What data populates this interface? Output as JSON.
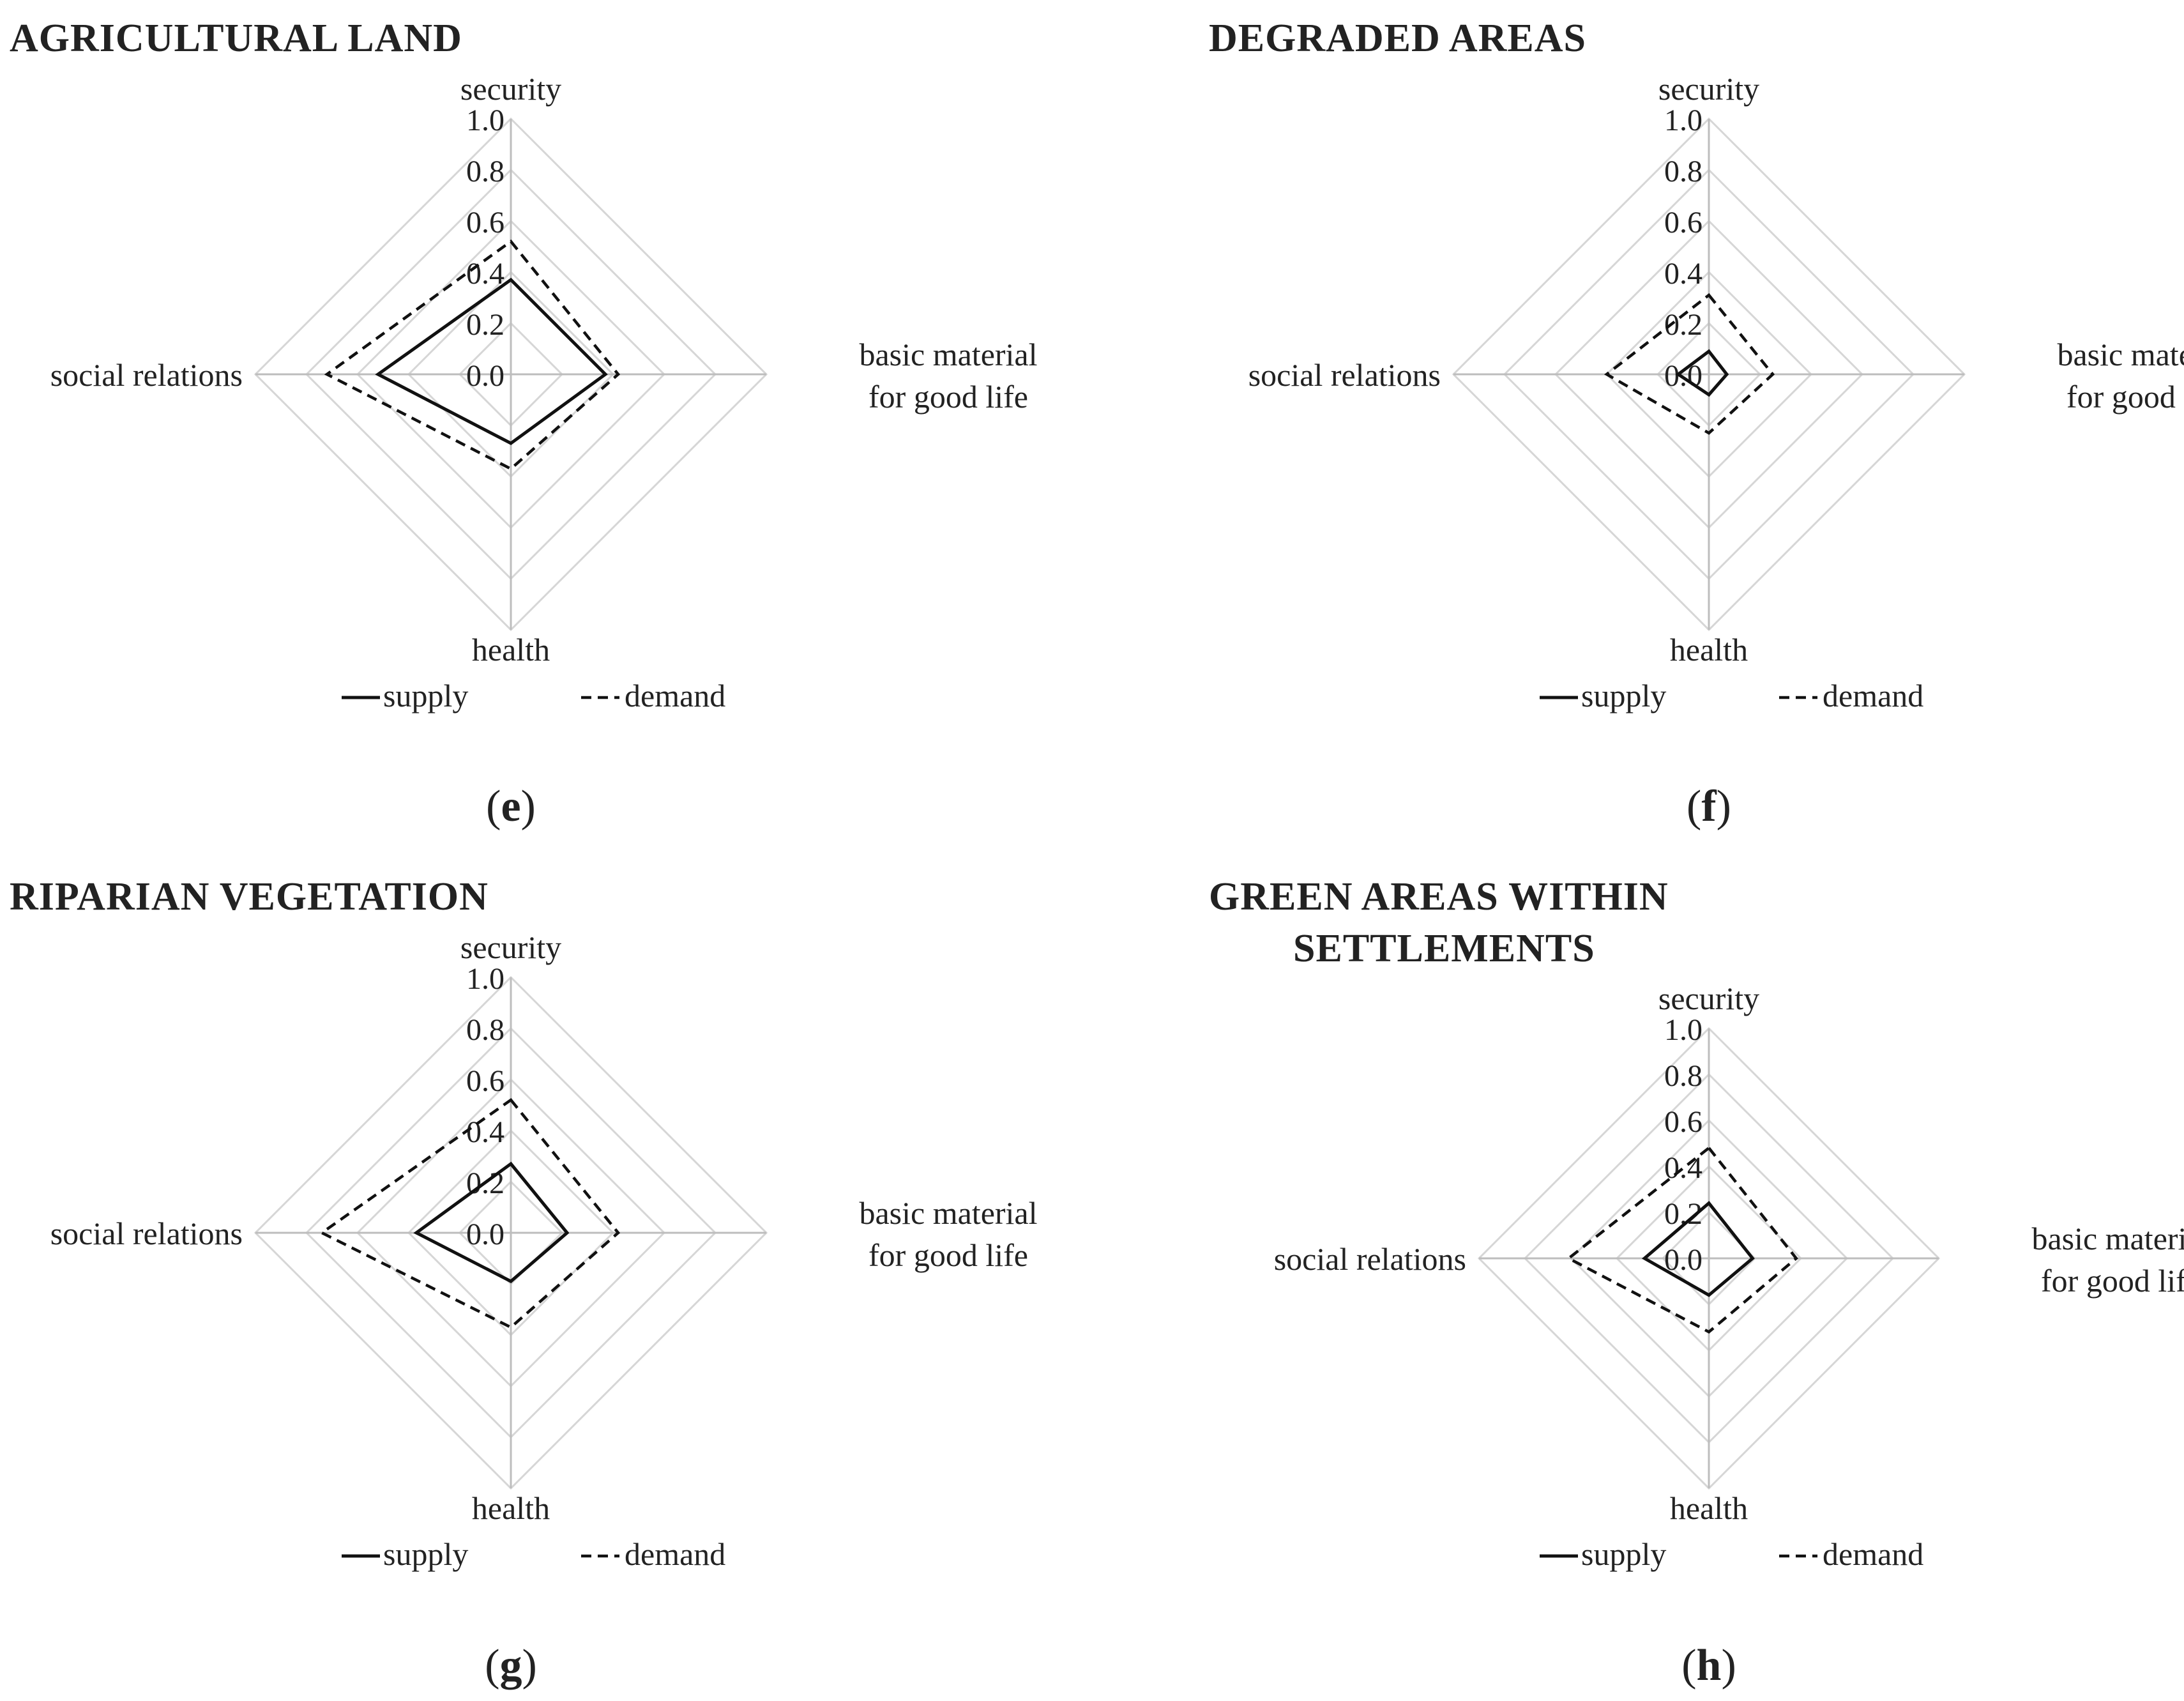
{
  "legend": {
    "supply": "supply",
    "demand": "demand"
  },
  "chart_data": [
    {
      "type": "radar",
      "title": "AGRICULTURAL LAND",
      "panel": "e",
      "axes": [
        "security",
        "basic material for good life",
        "health",
        "social relations"
      ],
      "ticks": [
        "0.0",
        "0.2",
        "0.4",
        "0.6",
        "0.8",
        "1.0"
      ],
      "range": [
        0,
        1
      ],
      "series": [
        {
          "name": "supply",
          "values": [
            0.37,
            0.37,
            0.27,
            0.52
          ]
        },
        {
          "name": "demand",
          "values": [
            0.52,
            0.42,
            0.37,
            0.72
          ]
        }
      ]
    },
    {
      "type": "radar",
      "title": "DEGRADED AREAS",
      "panel": "f",
      "axes": [
        "security",
        "basic material for good life",
        "health",
        "social relations"
      ],
      "ticks": [
        "0.0",
        "0.2",
        "0.4",
        "0.6",
        "0.8",
        "1.0"
      ],
      "range": [
        0,
        1
      ],
      "series": [
        {
          "name": "supply",
          "values": [
            0.09,
            0.07,
            0.08,
            0.12
          ]
        },
        {
          "name": "demand",
          "values": [
            0.31,
            0.25,
            0.23,
            0.4
          ]
        }
      ]
    },
    {
      "type": "radar",
      "title": "RIPARIAN VEGETATION",
      "panel": "g",
      "axes": [
        "security",
        "basic material for good life",
        "health",
        "social relations"
      ],
      "ticks": [
        "0.0",
        "0.2",
        "0.4",
        "0.6",
        "0.8",
        "1.0"
      ],
      "range": [
        0,
        1
      ],
      "series": [
        {
          "name": "supply",
          "values": [
            0.27,
            0.22,
            0.19,
            0.37
          ]
        },
        {
          "name": "demand",
          "values": [
            0.52,
            0.42,
            0.37,
            0.74
          ]
        }
      ]
    },
    {
      "type": "radar",
      "title": "GREEN AREAS WITHIN SETTLEMENTS",
      "title_lines": [
        "GREEN AREAS WITHIN",
        "SETTLEMENTS"
      ],
      "panel": "h",
      "axes": [
        "security",
        "basic material for good life",
        "health",
        "social relations"
      ],
      "ticks": [
        "0.0",
        "0.2",
        "0.4",
        "0.6",
        "0.8",
        "1.0"
      ],
      "range": [
        0,
        1
      ],
      "series": [
        {
          "name": "supply",
          "values": [
            0.24,
            0.19,
            0.16,
            0.28
          ]
        },
        {
          "name": "demand",
          "values": [
            0.48,
            0.38,
            0.32,
            0.61
          ]
        }
      ]
    }
  ]
}
